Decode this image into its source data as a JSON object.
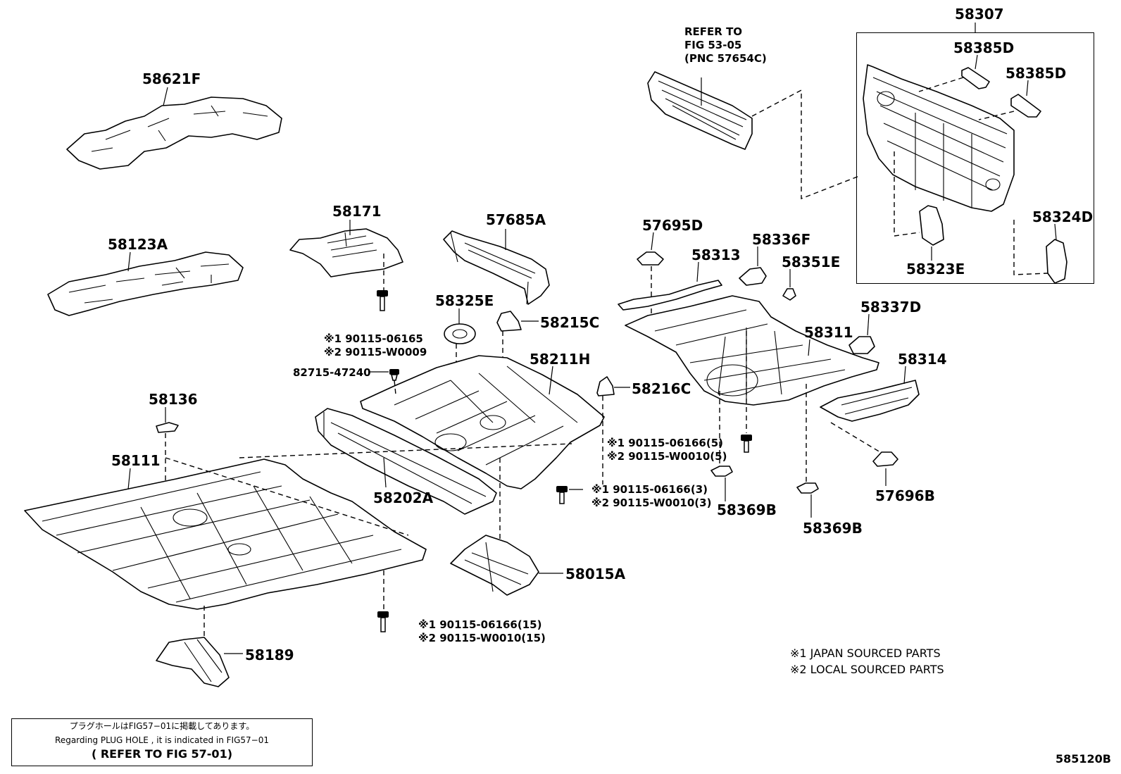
{
  "diagram": {
    "figure_id": "585120B",
    "labels": {
      "p58621F": "58621F",
      "p58123A": "58123A",
      "p58171": "58171",
      "p57685A": "57685A",
      "p58325E": "58325E",
      "p58215C": "58215C",
      "p58211H": "58211H",
      "p58216C": "58216C",
      "p58136": "58136",
      "p58111": "58111",
      "p58202A": "58202A",
      "p58015A": "58015A",
      "p58189": "58189",
      "p82715": "82715-47240",
      "p57695D": "57695D",
      "p58313": "58313",
      "p58336F": "58336F",
      "p58351E": "58351E",
      "p58311": "58311",
      "p58337D": "58337D",
      "p58314": "58314",
      "p57696B": "57696B",
      "p58369B_a": "58369B",
      "p58369B_b": "58369B",
      "p58307": "58307",
      "p58385D_a": "58385D",
      "p58385D_b": "58385D",
      "p58324D": "58324D",
      "p58323E": "58323E"
    },
    "refer_note": {
      "line1": "REFER TO",
      "line2": "FIG 53-05",
      "line3": "(PNC 57654C)"
    },
    "bolt_groups": {
      "b1_l1": "※1 90115-06165",
      "b1_l2": "※2 90115-W0009",
      "b2_l1": "※1 90115-06166(5)",
      "b2_l2": "※2 90115-W0010(5)",
      "b3_l1": "※1 90115-06166(3)",
      "b3_l2": "※2 90115-W0010(3)",
      "b4_l1": "※1 90115-06166(15)",
      "b4_l2": "※2 90115-W0010(15)"
    },
    "legend": {
      "l1": "※1  JAPAN SOURCED PARTS",
      "l2": "※2  LOCAL SOURCED PARTS"
    },
    "plug_hole_note": {
      "jp": "プラグホールはFIG57−01に掲載してあります。",
      "en": "Regarding PLUG HOLE , it is indicated in FIG57−01",
      "ref": "( REFER TO FIG 57-01)"
    }
  }
}
